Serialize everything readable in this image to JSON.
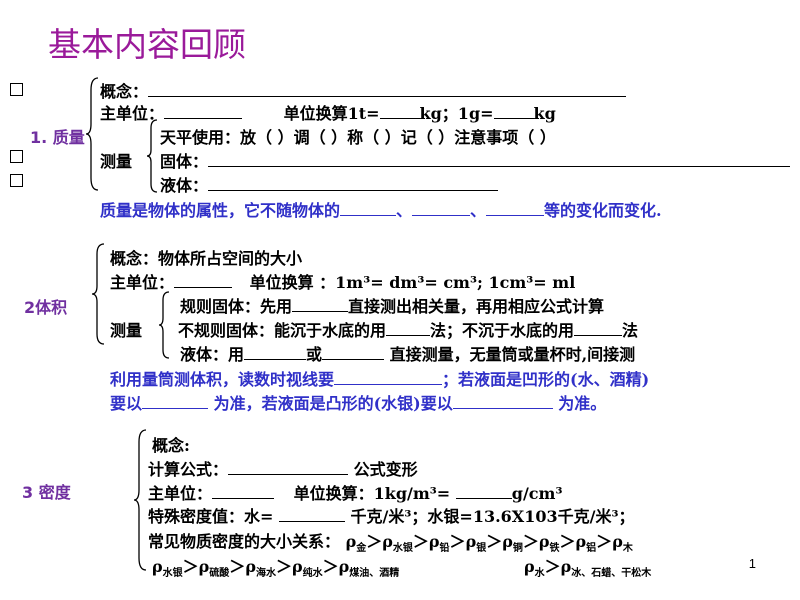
{
  "title": "基本内容回顾",
  "sections": {
    "mass": {
      "label": "1. 质量",
      "concept": "概念：",
      "main_unit": "主单位：",
      "unit_conv": "单位换算1t=",
      "kg_sep": "kg；1g=",
      "kg": "kg",
      "measure": "测量",
      "balance": "天平使用：放（  ）调（  ）称（  ）记（  ）注意事项（    ）",
      "solid": "固体：",
      "liquid": "液体：",
      "property_a": "质量是物体的属性，它不随物体的",
      "sep1": "、",
      "sep2": "、",
      "property_b": "等的变化而变化."
    },
    "volume": {
      "label": "2体积",
      "concept": "概念：物体所占空间的大小",
      "main_unit": "主单位：",
      "unit_conv": "单位换算 ：1m³=   dm³=    cm³;      1cm³=       ml",
      "measure": "测量",
      "regular_a": "规则固体：先用",
      "regular_b": "直接测出相关量，再用相应公式计算",
      "irregular_a": "不规则固体：能沉于水底的用",
      "irregular_b": "法；不沉于水底的用",
      "irregular_c": "法",
      "liquid_a": "液体：用",
      "liquid_b": "或",
      "liquid_c": " 直接测量，无量筒或量杯时,间接测",
      "note1_a": "利用量筒测体积，读数时视线要",
      "note1_b": "；若液面是凹形的(水、酒精)",
      "note2_a": "要以",
      "note2_b": " 为准，若液面是凸形的(水银)要以",
      "note2_c": " 为准。"
    },
    "density": {
      "label": "3  密度",
      "concept": "概念:",
      "formula": "计算公式：",
      "formula_b": " 公式变形",
      "main_unit": " 主单位：",
      "unit_conv": "单位换算：1kg/m³= ",
      "unit_conv_b": "g/cm³",
      "special_a": "特殊密度值：水= ",
      "special_b": " 千克/米³；水银=13.6X103千克/米³；",
      "relation": "常见物质密度的大小关系：",
      "rho": "ρ",
      "gt": "＞",
      "m_gold": "金",
      "m_mercury": "水银",
      "m_lead": "铅",
      "m_silver": "银",
      "m_copper": "铜",
      "m_iron": "铁",
      "m_aluminum": "铝",
      "m_wood": "木",
      "m_sulfuric": "硫酸",
      "m_seawater": "海水",
      "m_purewater": "纯水",
      "m_oil": "煤油、酒精",
      "m_water": "水",
      "m_ice": "冰、石蜡、干松木"
    }
  },
  "page_number": "1"
}
